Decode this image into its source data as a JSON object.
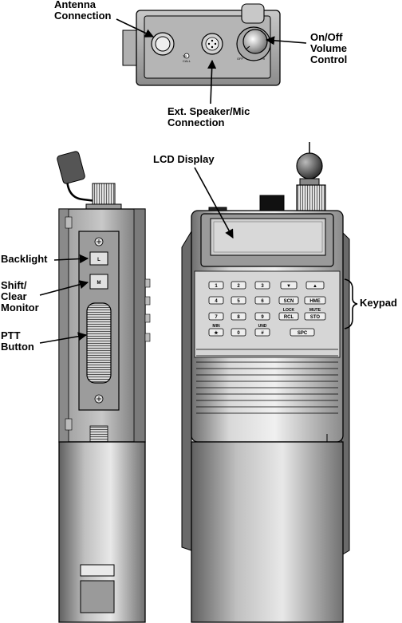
{
  "labels": {
    "antenna": [
      "Antenna",
      "Connection"
    ],
    "onoff": [
      "On/Off",
      "Volume",
      "Control"
    ],
    "ext_speaker": [
      "Ext. Speaker/Mic",
      "Connection"
    ],
    "lcd": "LCD Display",
    "backlight": "Backlight",
    "shift": [
      "Shift/",
      "Clear",
      "Monitor"
    ],
    "ptt": [
      "PTT",
      "Button"
    ],
    "keypad": "Keypad"
  },
  "top_panel": {
    "tr_call": [
      "TR",
      "CALL"
    ],
    "off_marker": "OFF",
    "hi_marker": "HI"
  },
  "side_buttons": [
    "L",
    "M"
  ],
  "keypad": {
    "row1": [
      "1",
      "2",
      "3",
      "▼",
      "▲"
    ],
    "row2": [
      "4",
      "5",
      "6",
      "SCN",
      "HME"
    ],
    "row3": [
      "7",
      "8",
      "9",
      "RCL",
      "STO"
    ],
    "row3_above": [
      "LOCK",
      "MUTE"
    ],
    "row4": [
      "★",
      "0",
      "#",
      "SPC"
    ],
    "row4_above": [
      "MIN",
      "UND"
    ]
  }
}
